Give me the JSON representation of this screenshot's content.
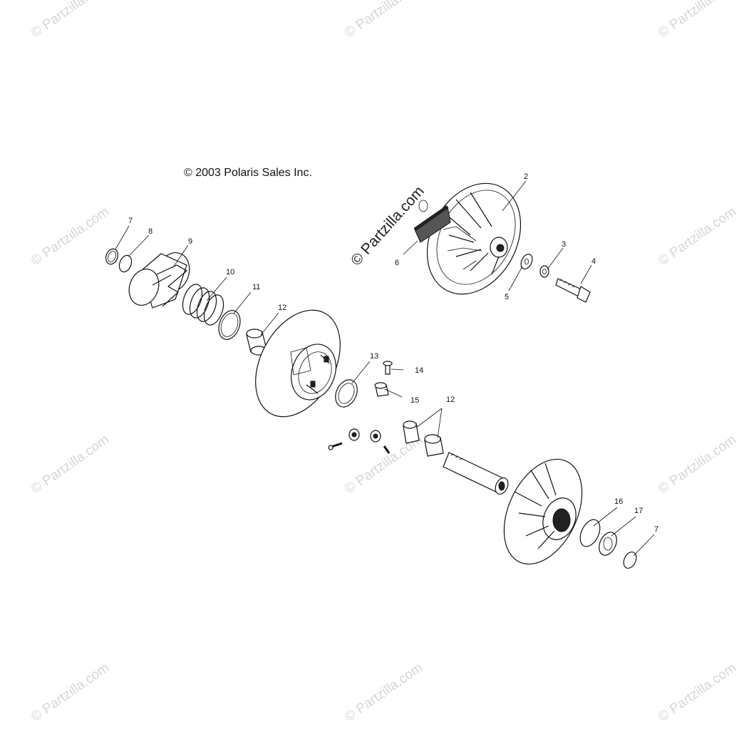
{
  "copyright": "© 2003 Polaris Sales Inc.",
  "watermark": "© Partzilla.com",
  "callouts": [
    "2",
    "3",
    "4",
    "5",
    "6",
    "7",
    "8",
    "9",
    "10",
    "11",
    "12",
    "13",
    "14",
    "15",
    "12",
    "16",
    "17",
    "7"
  ],
  "icons": {
    "movable_sheave": "driven-clutch-movable-sheave-icon",
    "fixed_sheave": "driven-clutch-fixed-sheave-icon",
    "helix": "helix-icon",
    "spring": "spring-icon",
    "shaft": "shaft-icon",
    "bolt": "bolt-icon"
  }
}
